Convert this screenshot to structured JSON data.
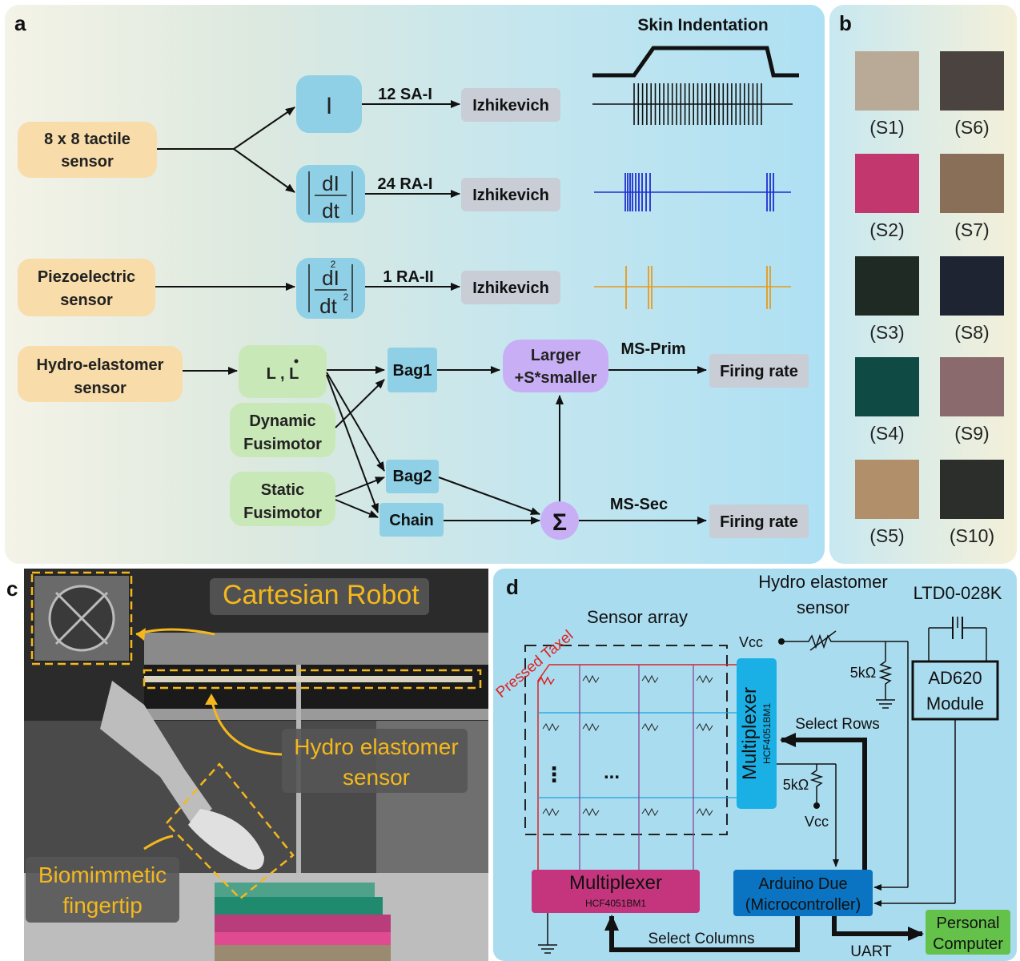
{
  "panels": {
    "a": "a",
    "b": "b",
    "c": "c",
    "d": "d"
  },
  "panel_a": {
    "skin_indentation_title": "Skin Indentation",
    "sources": {
      "tactile": [
        "8 x 8 tactile",
        "sensor"
      ],
      "piezo": [
        "Piezoelectric",
        "sensor"
      ],
      "hydro": [
        "Hydro-elastomer",
        "sensor"
      ]
    },
    "ops": {
      "identity": "I",
      "first_derivative": {
        "num": "dI",
        "den": "dt"
      },
      "second_derivative": {
        "num": "dI",
        "den": "dt",
        "sup": "2"
      },
      "length": "L , L"
    },
    "channels": {
      "sa1": "12 SA-I",
      "ra1": "24 RA-I",
      "ra2": "1 RA-II"
    },
    "neuron_model": "Izhikevich",
    "fusimotor": {
      "dynamic": [
        "Dynamic",
        "Fusimotor"
      ],
      "static": [
        "Static",
        "Fusimotor"
      ]
    },
    "spindle": {
      "bag1": "Bag1",
      "bag2": "Bag2",
      "chain": "Chain"
    },
    "combine": [
      "Larger",
      "+S*smaller"
    ],
    "sum": "Σ",
    "outputs": {
      "ms_prim": "MS-Prim",
      "ms_sec": "MS-Sec",
      "firing_rate": "Firing rate"
    }
  },
  "panel_b": {
    "swatches": [
      {
        "label": "(S1)",
        "color": "#b9aa98"
      },
      {
        "label": "(S6)",
        "color": "#4a4340"
      },
      {
        "label": "(S2)",
        "color": "#c2386e"
      },
      {
        "label": "(S7)",
        "color": "#8a6f58"
      },
      {
        "label": "(S3)",
        "color": "#1f2a24"
      },
      {
        "label": "(S8)",
        "color": "#1f2433"
      },
      {
        "label": "(S4)",
        "color": "#0f4a45"
      },
      {
        "label": "(S9)",
        "color": "#8a6a6c"
      },
      {
        "label": "(S5)",
        "color": "#b08f6a"
      },
      {
        "label": "(S10)",
        "color": "#2c2e2c"
      }
    ]
  },
  "panel_c": {
    "labels": {
      "robot": "Cartesian Robot",
      "sensor": [
        "Hydro elastomer",
        "sensor"
      ],
      "fingertip": [
        "Biomimmetic",
        "fingertip"
      ]
    }
  },
  "panel_d": {
    "hydro_title": [
      "Hydro elastomer",
      "sensor"
    ],
    "ltd": "LTD0-028K",
    "sensor_array": "Sensor array",
    "pressed_taxel": "Pressed Taxel",
    "vcc": "Vcc",
    "res": "5kΩ",
    "ad620": [
      "AD620",
      "Module"
    ],
    "mux_row": {
      "name": "Multiplexer",
      "part": "HCF4051BM1"
    },
    "mux_col": {
      "name": "Multiplexer",
      "part": "HCF4051BM1"
    },
    "select_rows": "Select Rows",
    "select_columns": "Select Columns",
    "arduino": [
      "Arduino Due",
      "(Microcontroller)"
    ],
    "pc": [
      "Personal",
      "Computer"
    ],
    "uart": "UART",
    "dots": "⋮",
    "hdots": "..."
  },
  "colors": {
    "orange_box": "#f8dcaa",
    "blue_box": "#8fd0e6",
    "gray_box": "#c8cdd6",
    "green_box": "#c9e8b8",
    "purple_box": "#c8aef5",
    "spike_black": "#111111",
    "spike_blue": "#1f2fd0",
    "spike_orange": "#e69a1c",
    "yellow_label": "#f5b81c"
  }
}
